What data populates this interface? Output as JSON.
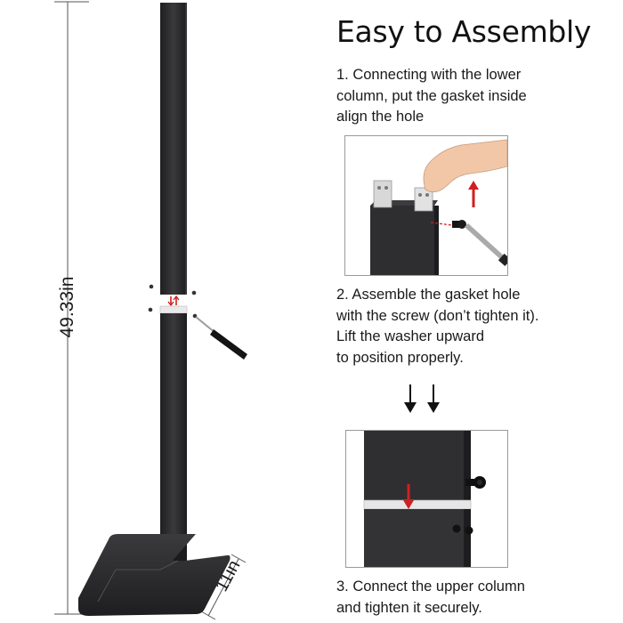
{
  "header": {
    "title": "Easy to Assembly"
  },
  "steps": [
    {
      "text": "1. Connecting with the lower\ncolumn, put the gasket inside\nalign the hole"
    },
    {
      "text": "2. Assemble the gasket hole\nwith the screw (don’t tighten it).\nLift the washer upward\nto position properly."
    },
    {
      "text": "3. Connect the upper column\nand tighten it securely."
    }
  ],
  "dimensions": {
    "height": "49.33in",
    "depth": "11in"
  },
  "colors": {
    "metal": "#2c2c2e",
    "metal_light": "#3d3d40",
    "arrow_red": "#d21f1f",
    "text": "#111111"
  },
  "icons": [
    "down-arrow-icon",
    "up-arrow-icon",
    "screwdriver-icon",
    "screw-icon",
    "hand-icon"
  ]
}
